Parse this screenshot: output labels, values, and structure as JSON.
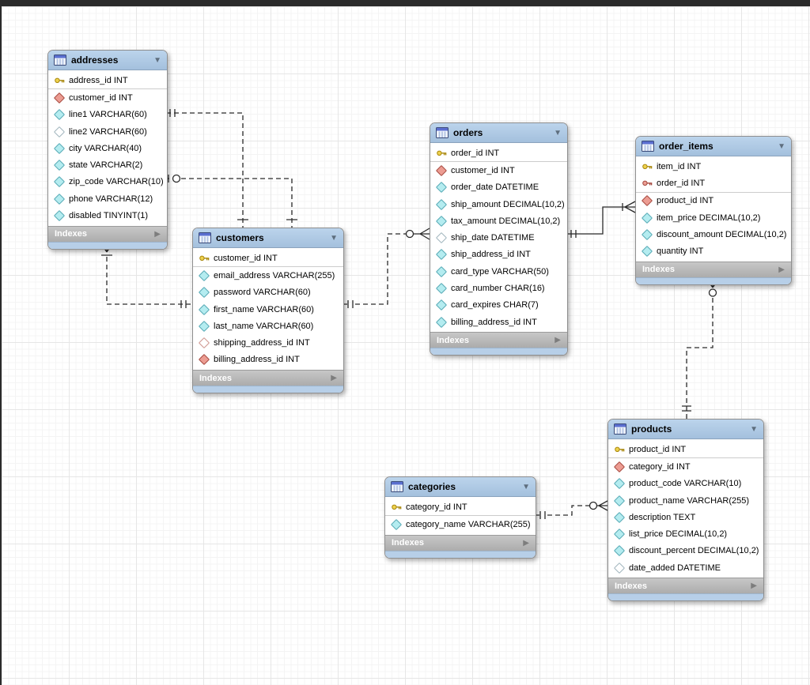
{
  "ui": {
    "indexes_label": "Indexes",
    "collapse_arrow": "▼",
    "expand_arrow": "▶"
  },
  "palette": {
    "top_bar": "#2b2b2b",
    "header_blue": "#a9c4df",
    "footer_blue": "#b7cfe8",
    "indexes_gray": "#b6b6b6",
    "column_diamond": "#b4ecf0",
    "foreign_key_diamond": "#ec9c92",
    "primary_key_yellow": "#eed24f",
    "primary_foreign_key_red": "#eb9f95",
    "relationship_line": "#2a2a2a",
    "grid_minor": "#f4f4f4",
    "grid_major": "#e6e6e6"
  },
  "tables": {
    "addresses": {
      "title": "addresses",
      "columns": [
        {
          "icon": "primary-key",
          "label": "address_id INT"
        },
        {
          "icon": "foreign-key",
          "label": "customer_id INT"
        },
        {
          "icon": "column",
          "label": "line1 VARCHAR(60)"
        },
        {
          "icon": "column-nullable",
          "label": "line2 VARCHAR(60)"
        },
        {
          "icon": "column",
          "label": "city VARCHAR(40)"
        },
        {
          "icon": "column",
          "label": "state VARCHAR(2)"
        },
        {
          "icon": "column",
          "label": "zip_code VARCHAR(10)"
        },
        {
          "icon": "column",
          "label": "phone VARCHAR(12)"
        },
        {
          "icon": "column",
          "label": "disabled TINYINT(1)"
        }
      ]
    },
    "customers": {
      "title": "customers",
      "columns": [
        {
          "icon": "primary-key",
          "label": "customer_id INT"
        },
        {
          "icon": "column",
          "label": "email_address VARCHAR(255)"
        },
        {
          "icon": "column",
          "label": "password VARCHAR(60)"
        },
        {
          "icon": "column",
          "label": "first_name VARCHAR(60)"
        },
        {
          "icon": "column",
          "label": "last_name VARCHAR(60)"
        },
        {
          "icon": "foreign-key-nullable",
          "label": "shipping_address_id INT"
        },
        {
          "icon": "foreign-key",
          "label": "billing_address_id INT"
        }
      ]
    },
    "orders": {
      "title": "orders",
      "columns": [
        {
          "icon": "primary-key",
          "label": "order_id INT"
        },
        {
          "icon": "foreign-key",
          "label": "customer_id INT"
        },
        {
          "icon": "column",
          "label": "order_date DATETIME"
        },
        {
          "icon": "column",
          "label": "ship_amount DECIMAL(10,2)"
        },
        {
          "icon": "column",
          "label": "tax_amount DECIMAL(10,2)"
        },
        {
          "icon": "column-nullable",
          "label": "ship_date DATETIME"
        },
        {
          "icon": "column",
          "label": "ship_address_id INT"
        },
        {
          "icon": "column",
          "label": "card_type VARCHAR(50)"
        },
        {
          "icon": "column",
          "label": "card_number CHAR(16)"
        },
        {
          "icon": "column",
          "label": "card_expires CHAR(7)"
        },
        {
          "icon": "column",
          "label": "billing_address_id INT"
        }
      ]
    },
    "order_items": {
      "title": "order_items",
      "columns": [
        {
          "icon": "primary-key",
          "label": "item_id INT"
        },
        {
          "icon": "primary-foreign-key",
          "label": "order_id INT"
        },
        {
          "icon": "foreign-key",
          "label": "product_id INT"
        },
        {
          "icon": "column",
          "label": "item_price DECIMAL(10,2)"
        },
        {
          "icon": "column",
          "label": "discount_amount DECIMAL(10,2)"
        },
        {
          "icon": "column",
          "label": "quantity INT"
        }
      ]
    },
    "products": {
      "title": "products",
      "columns": [
        {
          "icon": "primary-key",
          "label": "product_id INT"
        },
        {
          "icon": "foreign-key",
          "label": "category_id INT"
        },
        {
          "icon": "column",
          "label": "product_code VARCHAR(10)"
        },
        {
          "icon": "column",
          "label": "product_name VARCHAR(255)"
        },
        {
          "icon": "column",
          "label": "description TEXT"
        },
        {
          "icon": "column",
          "label": "list_price DECIMAL(10,2)"
        },
        {
          "icon": "column",
          "label": "discount_percent DECIMAL(10,2)"
        },
        {
          "icon": "column-nullable",
          "label": "date_added DATETIME"
        }
      ]
    },
    "categories": {
      "title": "categories",
      "columns": [
        {
          "icon": "primary-key",
          "label": "category_id INT"
        },
        {
          "icon": "column",
          "label": "category_name VARCHAR(255)"
        }
      ]
    }
  },
  "relationships": [
    {
      "name": "addresses-customers-shipping",
      "from_table": "addresses",
      "to_table": "customers",
      "from_cardinality": "one-and-only-one",
      "to_cardinality": "one",
      "line_style": "dashed"
    },
    {
      "name": "addresses-customers-billing",
      "from_table": "addresses",
      "to_table": "customers",
      "from_cardinality": "zero-or-one",
      "to_cardinality": "one",
      "line_style": "dashed"
    },
    {
      "name": "customers-addresses",
      "from_table": "addresses",
      "to_table": "customers",
      "from_cardinality": "one-or-many",
      "to_cardinality": "one-and-only-one",
      "line_style": "dashed"
    },
    {
      "name": "customers-orders",
      "from_table": "customers",
      "to_table": "orders",
      "from_cardinality": "one-and-only-one",
      "to_cardinality": "zero-or-many",
      "line_style": "dashed"
    },
    {
      "name": "orders-order_items",
      "from_table": "orders",
      "to_table": "order_items",
      "from_cardinality": "one-and-only-one",
      "to_cardinality": "one-or-many",
      "line_style": "solid"
    },
    {
      "name": "order_items-products",
      "from_table": "order_items",
      "to_table": "products",
      "from_cardinality": "zero-or-many",
      "to_cardinality": "one-and-only-one",
      "line_style": "dashed"
    },
    {
      "name": "categories-products",
      "from_table": "categories",
      "to_table": "products",
      "from_cardinality": "one-and-only-one",
      "to_cardinality": "zero-or-many",
      "line_style": "dashed"
    }
  ]
}
